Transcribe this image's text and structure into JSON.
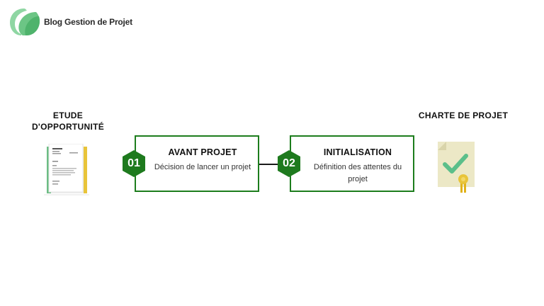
{
  "brand": {
    "name": "Blog Gestion de Projet"
  },
  "diagram": {
    "left_label": "ETUDE D'OPPORTUNITÉ",
    "right_label": "CHARTE DE PROJET",
    "steps": [
      {
        "number": "01",
        "title": "AVANT PROJET",
        "description": "Décision de lancer un projet"
      },
      {
        "number": "02",
        "title": "INITIALISATION",
        "description": "Définition des attentes du projet"
      }
    ]
  },
  "colors": {
    "primary_green": "#1d7d1d",
    "badge_green": "#1e7a1e",
    "logo_green": "#7ccf92",
    "ribbon_yellow": "#e8c43a",
    "ribbon_green": "#6cbd84"
  },
  "icons": {
    "left": "document-icon",
    "right": "certificate-icon"
  }
}
